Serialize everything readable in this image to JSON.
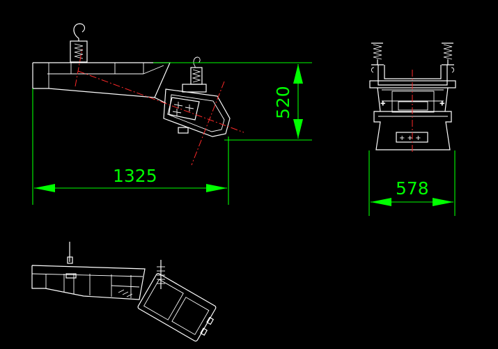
{
  "drawing": {
    "background": "#000000",
    "line_color": "#ffffff",
    "center_line_color": "#ff2a2a",
    "dimension_color": "#00ff00"
  },
  "dimensions": {
    "height": "520",
    "length": "1325",
    "width": "578"
  }
}
